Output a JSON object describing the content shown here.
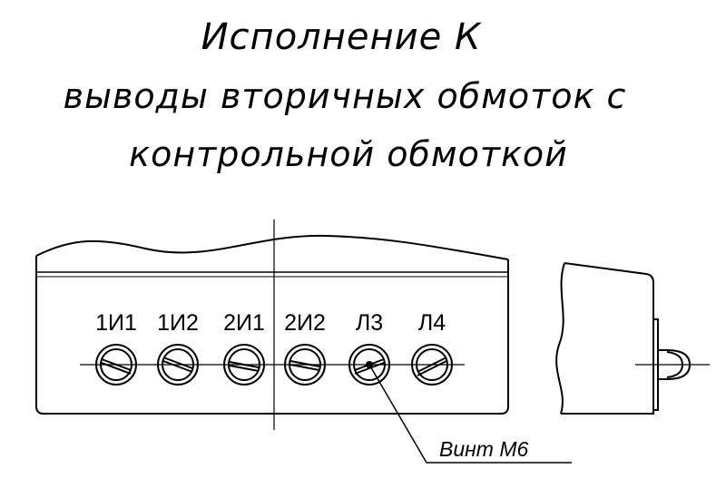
{
  "diagram": {
    "title": "Исполнение К",
    "subtitle_line1": "выводы вторичных обмоток с",
    "subtitle_line2": "контрольной обмоткой",
    "terminals": [
      "1И1",
      "1И2",
      "2И1",
      "2И2",
      "Л3",
      "Л4"
    ],
    "callout_label": "Винт М6"
  }
}
